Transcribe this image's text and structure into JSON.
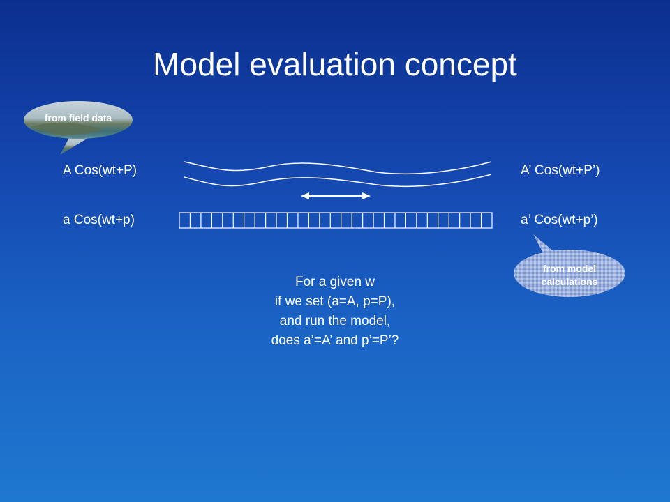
{
  "title": "Model evaluation concept",
  "equations": {
    "field_input": "A Cos(wt+P)",
    "field_output": "A’ Cos(wt+P’)",
    "model_input": "a Cos(wt+p)",
    "model_output": "a’ Cos(wt+p’)"
  },
  "callouts": {
    "field": "from field data",
    "model_line1": "from model",
    "model_line2": "calculations"
  },
  "question": [
    "For a given w",
    "if we set (a=A, p=P),",
    "and run the model,",
    "does a’=A’ and p’=P’?"
  ],
  "colors": {
    "background_top": "#0b2f8f",
    "background_bottom": "#1f78cf",
    "text": "#ffffff",
    "model_bubble": "#8fa8d8"
  }
}
